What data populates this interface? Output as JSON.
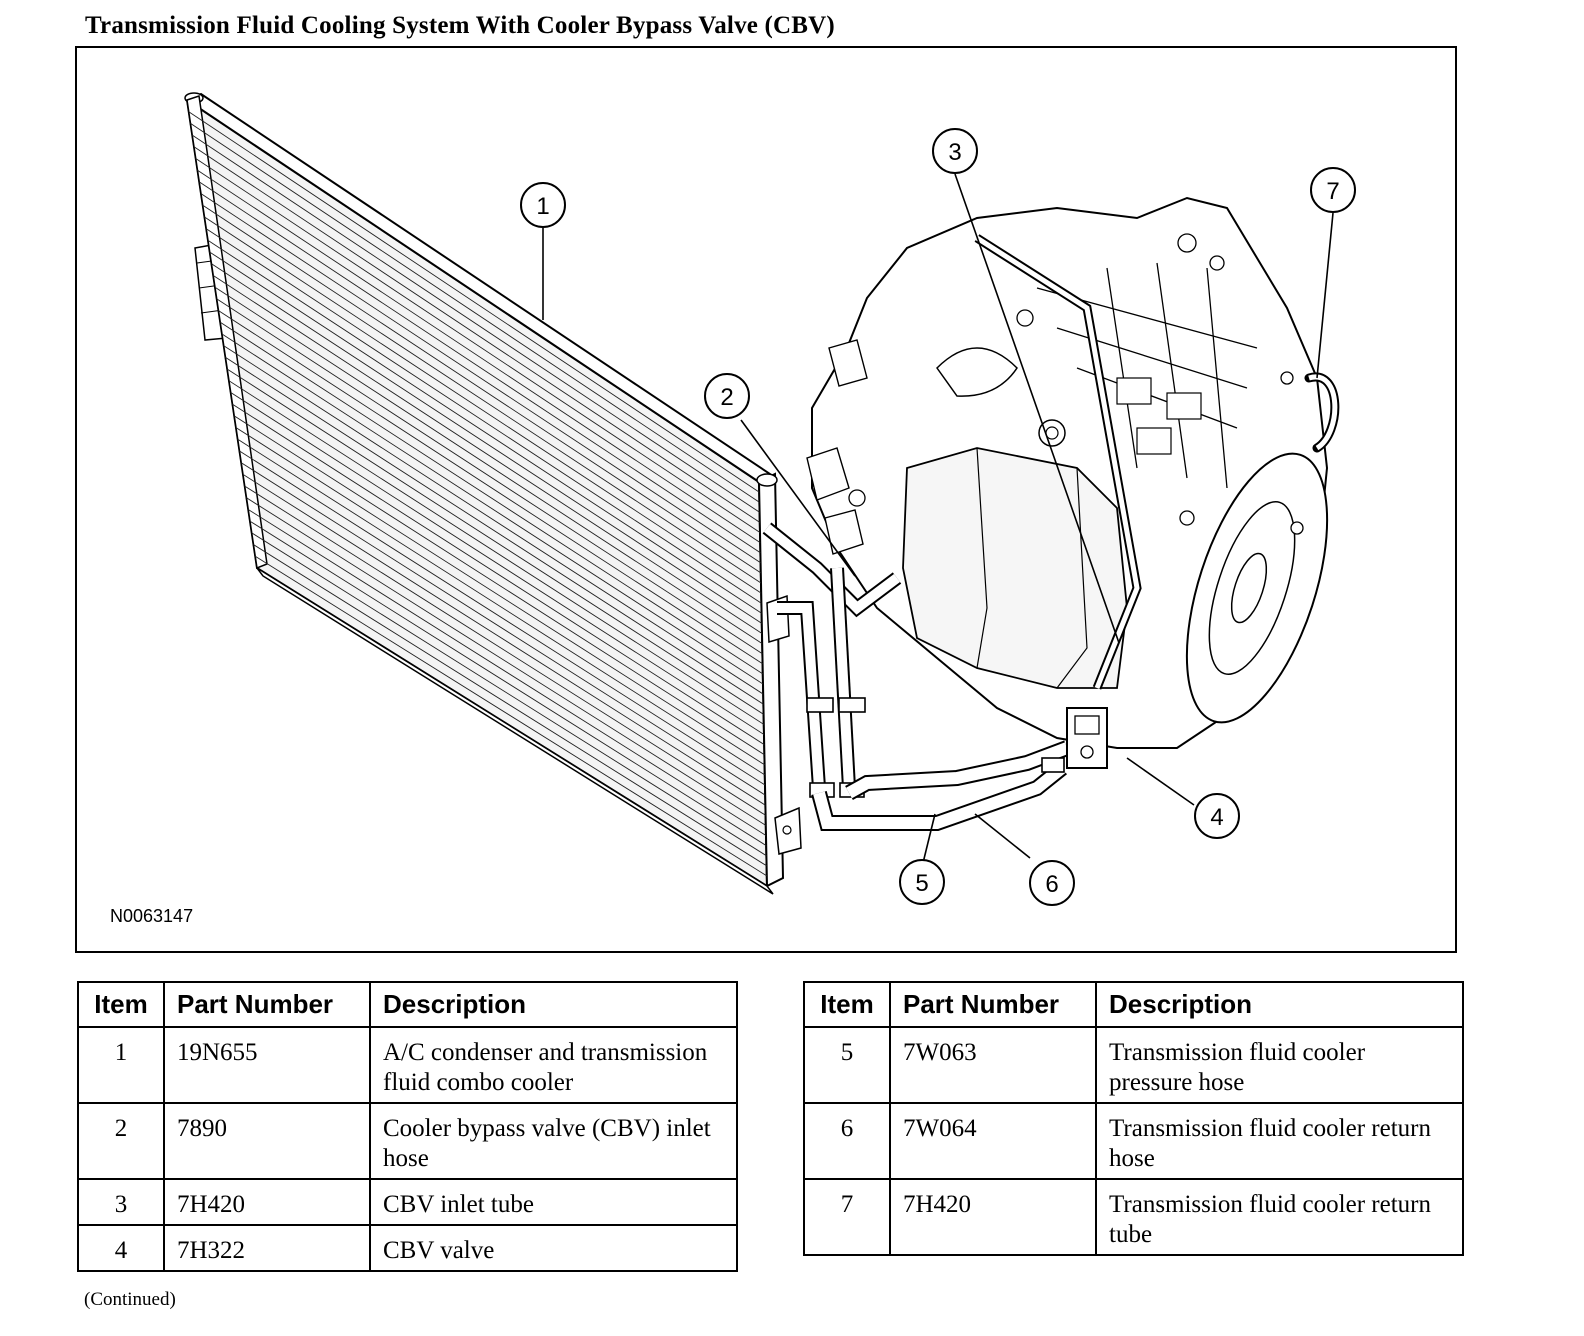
{
  "title": "Transmission Fluid Cooling System With Cooler Bypass Valve (CBV)",
  "figure": {
    "id": "N0063147",
    "callouts": [
      "1",
      "2",
      "3",
      "4",
      "5",
      "6",
      "7"
    ]
  },
  "table": {
    "headers": {
      "item": "Item",
      "part_number": "Part Number",
      "description": "Description"
    },
    "left_rows": [
      {
        "item": "1",
        "part_number": "19N655",
        "description": "A/C condenser and transmission fluid combo cooler"
      },
      {
        "item": "2",
        "part_number": "7890",
        "description": "Cooler bypass valve (CBV) inlet hose"
      },
      {
        "item": "3",
        "part_number": "7H420",
        "description": "CBV inlet tube"
      },
      {
        "item": "4",
        "part_number": "7H322",
        "description": "CBV valve"
      }
    ],
    "right_rows": [
      {
        "item": "5",
        "part_number": "7W063",
        "description": "Transmission fluid cooler pressure hose"
      },
      {
        "item": "6",
        "part_number": "7W064",
        "description": "Transmission fluid cooler return hose"
      },
      {
        "item": "7",
        "part_number": "7H420",
        "description": "Transmission fluid cooler return tube"
      }
    ]
  },
  "continued": "(Continued)"
}
